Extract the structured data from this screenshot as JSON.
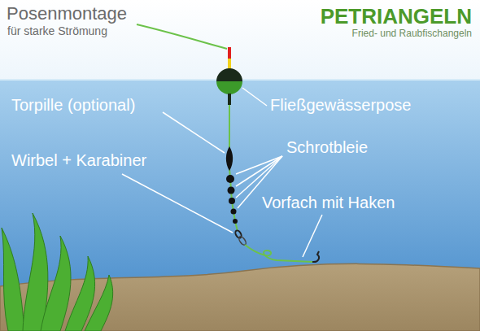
{
  "diagram": {
    "title": "Posenmontage",
    "labels": [
      "für starke Strömung",
      "PETRIANGELN",
      "Fried- und Raubfischangeln",
      "Torpille (optional)",
      "Fließgewässerpose",
      "Wirbel + Karabiner",
      "Schrotbleie",
      "Vorfach mit Haken"
    ]
  }
}
